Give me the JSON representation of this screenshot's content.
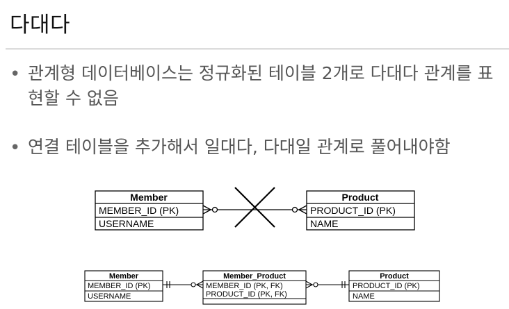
{
  "slide": {
    "title": "다대다",
    "bullets": [
      "관계형 데이터베이스는 정규화된 테이블 2개로 다대다 관계를 표현할 수 없음",
      "연결 테이블을 추가해서 일대다, 다대일 관계로 풀어내야함"
    ]
  },
  "diagram_top": {
    "entities": [
      {
        "name": "Member",
        "fields": [
          "MEMBER_ID (PK)",
          "USERNAME"
        ]
      },
      {
        "name": "Product",
        "fields": [
          "PRODUCT_ID (PK)",
          "NAME"
        ]
      }
    ],
    "relationship": "many-to-many (not allowed)"
  },
  "diagram_bottom": {
    "entities": [
      {
        "name": "Member",
        "fields": [
          "MEMBER_ID (PK)",
          "USERNAME"
        ]
      },
      {
        "name": "Member_Product",
        "fields": [
          "MEMBER_ID (PK, FK)",
          "PRODUCT_ID (PK, FK)"
        ]
      },
      {
        "name": "Product",
        "fields": [
          "PRODUCT_ID (PK)",
          "NAME"
        ]
      }
    ]
  }
}
